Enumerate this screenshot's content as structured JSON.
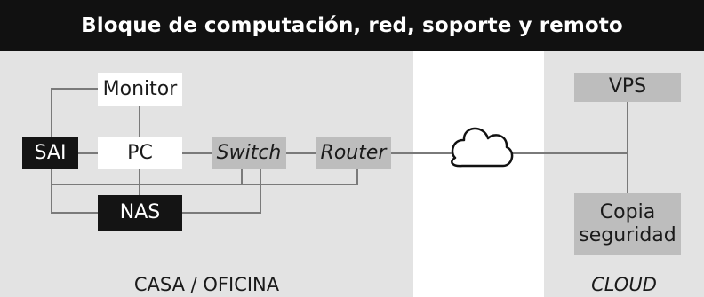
{
  "header": {
    "title": "Bloque de computación, red, soporte y remoto"
  },
  "colors": {
    "header_bg": "#111111",
    "zone_bg": "#e3e3e3",
    "node_gray": "#bdbdbd",
    "node_dark": "#141414",
    "node_white": "#ffffff",
    "line": "#7a7a7a"
  },
  "zones": {
    "home_label": "CASA / OFICINA",
    "cloud_label": "CLOUD"
  },
  "nodes": {
    "monitor": "Monitor",
    "sai": "SAI",
    "pc": "PC",
    "switch": "Switch",
    "router": "Router",
    "nas": "NAS",
    "vps": "VPS",
    "backup_line1": "Copia",
    "backup_line2": "seguridad"
  },
  "icons": {
    "internet": "cloud-icon"
  }
}
